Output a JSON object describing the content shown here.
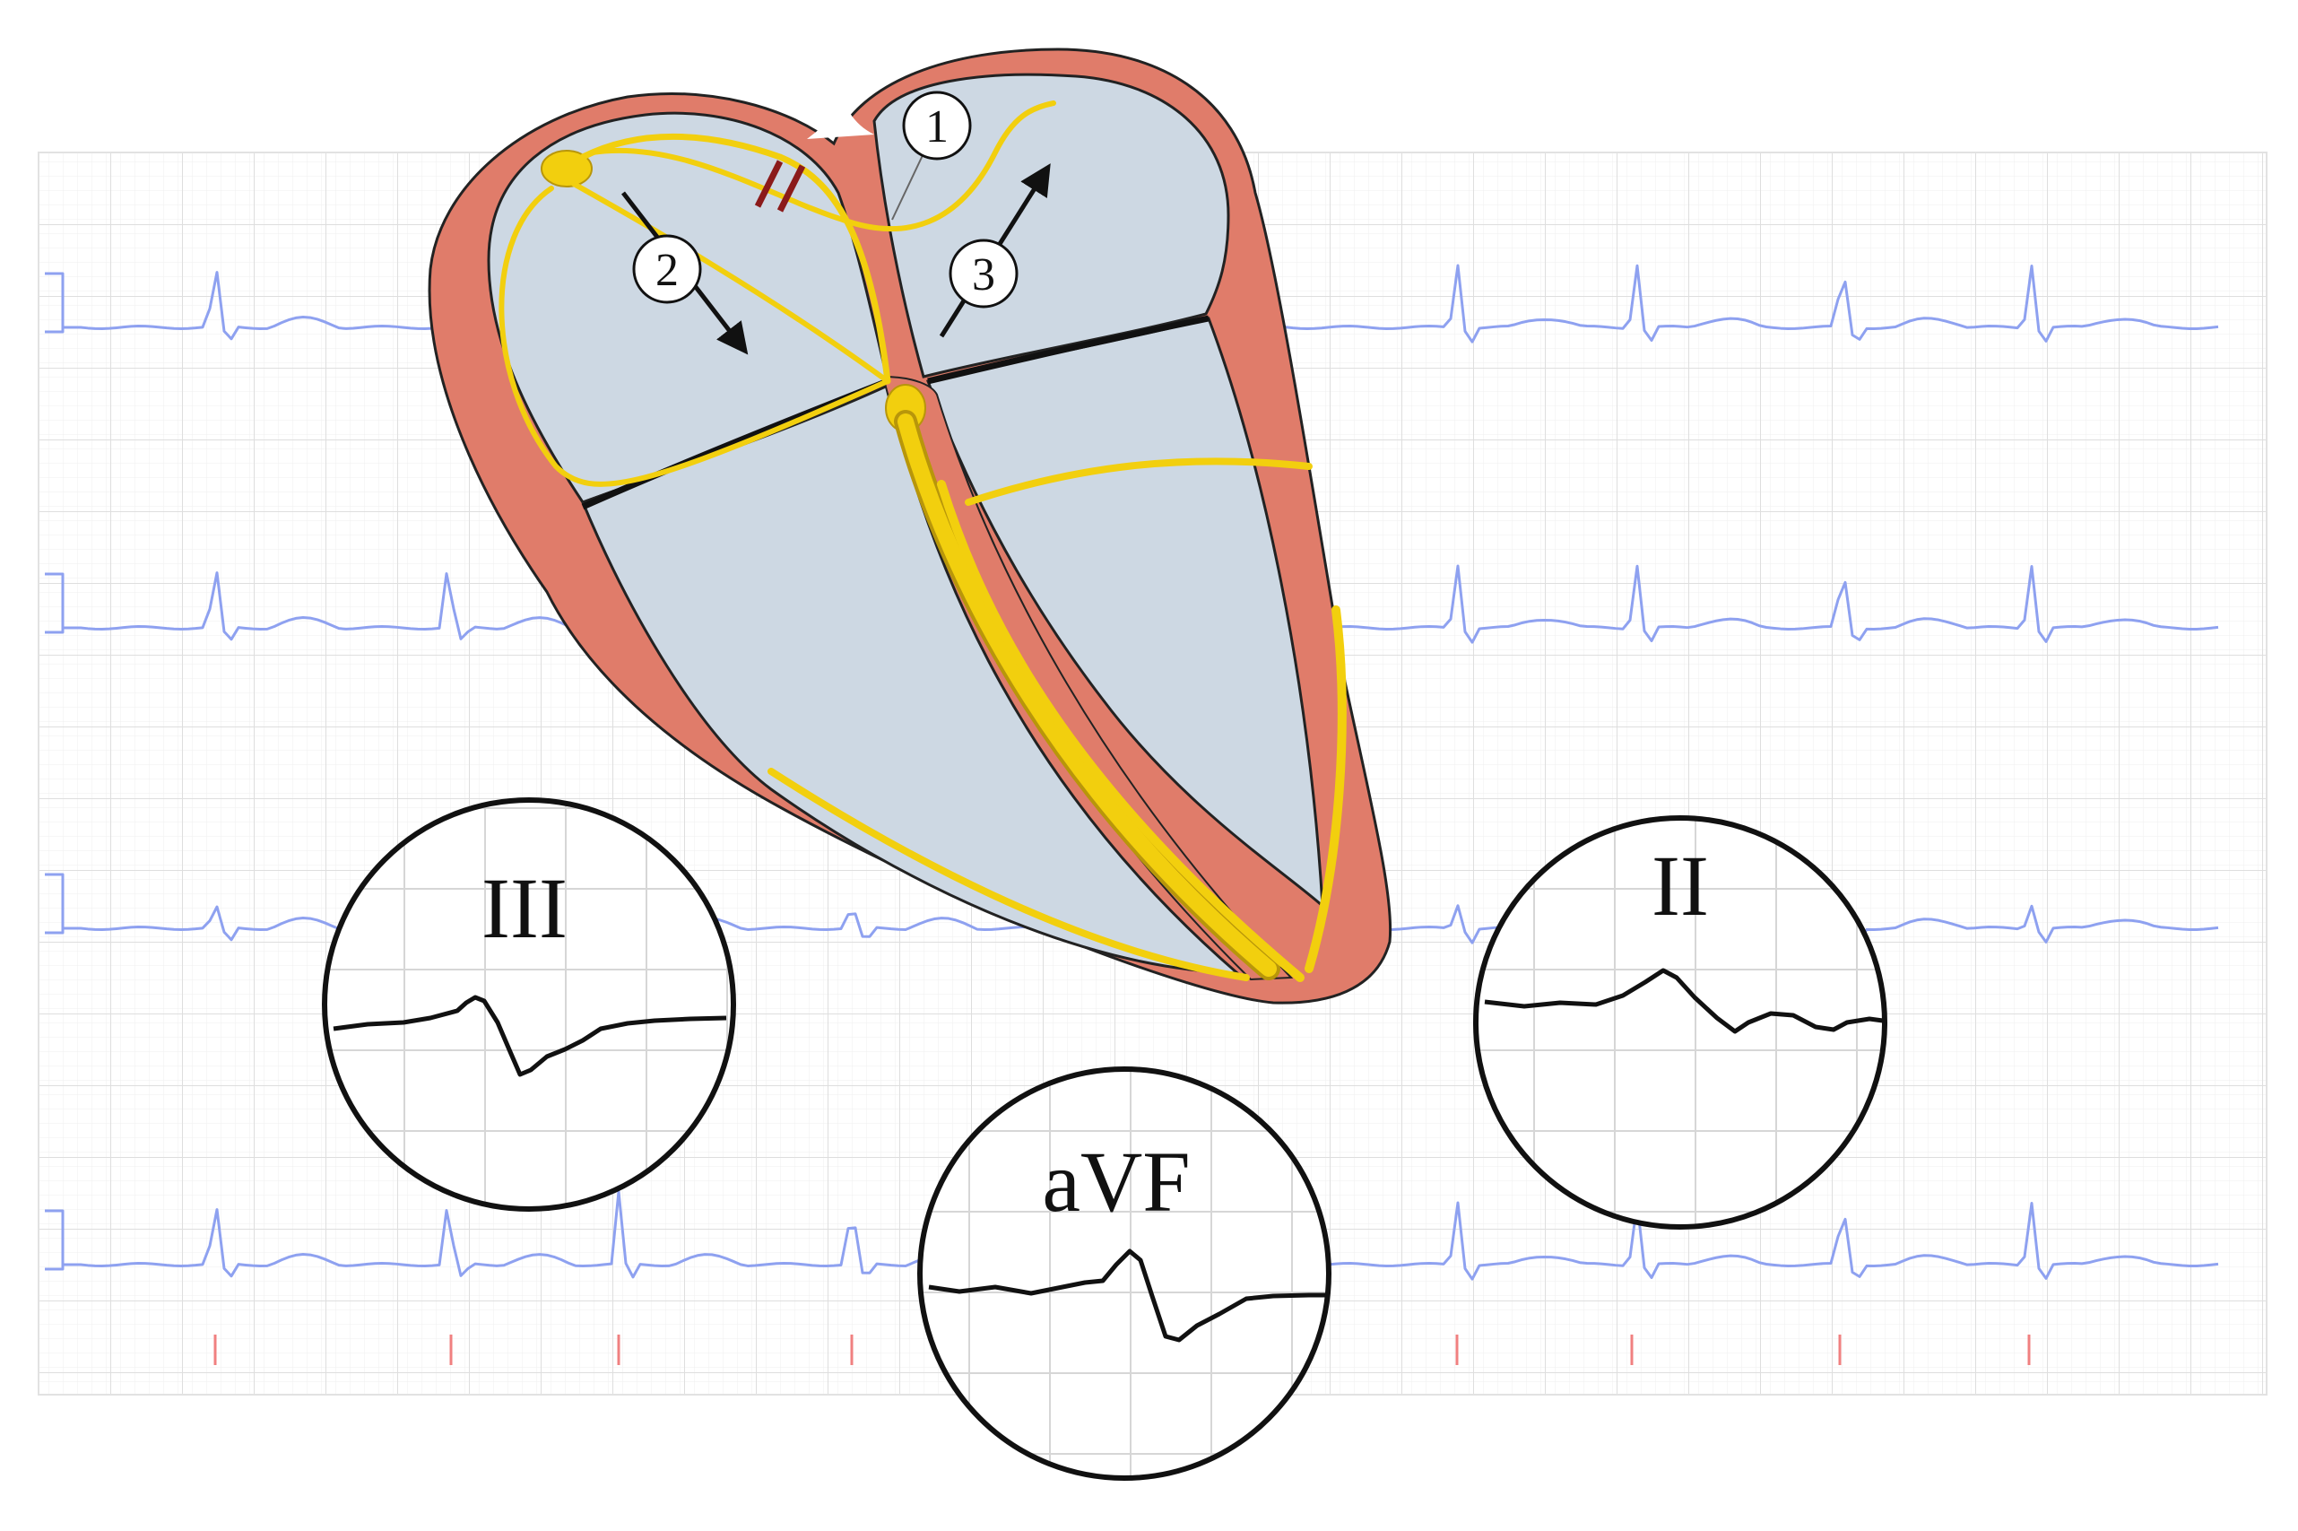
{
  "figure": {
    "markers": [
      "1",
      "2",
      "3"
    ],
    "lead_insets": [
      {
        "label": "III",
        "shape": "biphasic positive then negative"
      },
      {
        "label": "aVF",
        "shape": "biphasic positive then negative"
      },
      {
        "label": "II",
        "shape": "biphasic positive then negative"
      }
    ],
    "colors": {
      "myocardium": "#e07c6a",
      "chamber": "#cdd8e3",
      "conduction": "#f2cf0e",
      "ecg_trace": "#8ea1f0",
      "grid_major": "#e3e3e3",
      "grid_minor": "#f1f1f1",
      "calibration_tick": "#f08080",
      "block_marks": "#8b1a1a"
    }
  }
}
